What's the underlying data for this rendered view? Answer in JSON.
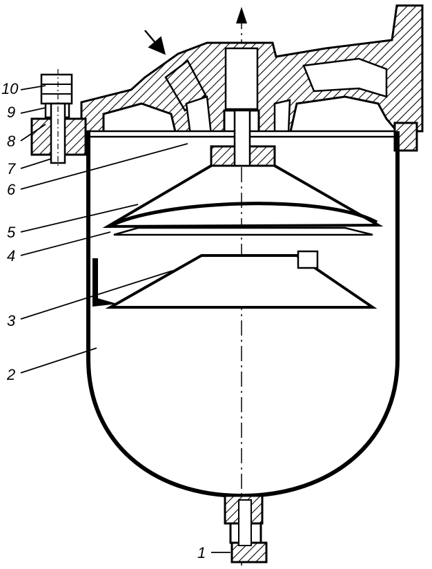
{
  "diagram": {
    "callouts": [
      {
        "id": "part-1",
        "label": "1"
      },
      {
        "id": "part-2",
        "label": "2"
      },
      {
        "id": "part-3",
        "label": "3"
      },
      {
        "id": "part-4",
        "label": "4"
      },
      {
        "id": "part-5",
        "label": "5"
      },
      {
        "id": "part-6",
        "label": "6"
      },
      {
        "id": "part-7",
        "label": "7"
      },
      {
        "id": "part-8",
        "label": "8"
      },
      {
        "id": "part-9",
        "label": "9"
      },
      {
        "id": "part-10",
        "label": "10"
      }
    ],
    "colors": {
      "ink": "#000000",
      "paper": "#ffffff"
    }
  }
}
